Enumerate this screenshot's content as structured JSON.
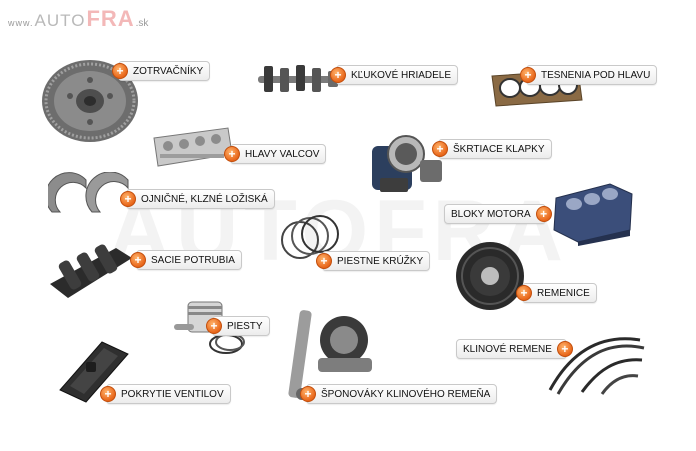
{
  "logo": {
    "www": "www.",
    "auto": "AUTO",
    "fra": "FRA",
    "sk": ".sk"
  },
  "watermark": {
    "text": "AUTOFRA"
  },
  "categories": [
    {
      "id": "zotrvacniky",
      "label": "ZOTRVAČNÍKY"
    },
    {
      "id": "klukove-hriadele",
      "label": "KĽUKOVÉ HRIADELE"
    },
    {
      "id": "tesnenia-pod-hlavu",
      "label": "TESNENIA POD HLAVU"
    },
    {
      "id": "hlavy-valcov",
      "label": "HLAVY VALCOV"
    },
    {
      "id": "skrtiace-klapky",
      "label": "ŠKRTIACE KLAPKY"
    },
    {
      "id": "ojnicne-lozisko",
      "label": "OJNIČNÉ, KLZNÉ LOŽISKÁ"
    },
    {
      "id": "bloky-motora",
      "label": "BLOKY MOTORA"
    },
    {
      "id": "sacie-potrubia",
      "label": "SACIE POTRUBIA"
    },
    {
      "id": "piestne-kruzky",
      "label": "PIESTNE KRÚŽKY"
    },
    {
      "id": "remenice",
      "label": "REMENICE"
    },
    {
      "id": "piesty",
      "label": "PIESTY"
    },
    {
      "id": "klinove-remene",
      "label": "KLINOVÉ REMENE"
    },
    {
      "id": "pokrytie-ventilov",
      "label": "POKRYTIE VENTILOV"
    },
    {
      "id": "sponovaky",
      "label": "ŠPONOVÁKY KLINOVÉHO REMEŇA"
    }
  ],
  "plus_symbol": "+"
}
